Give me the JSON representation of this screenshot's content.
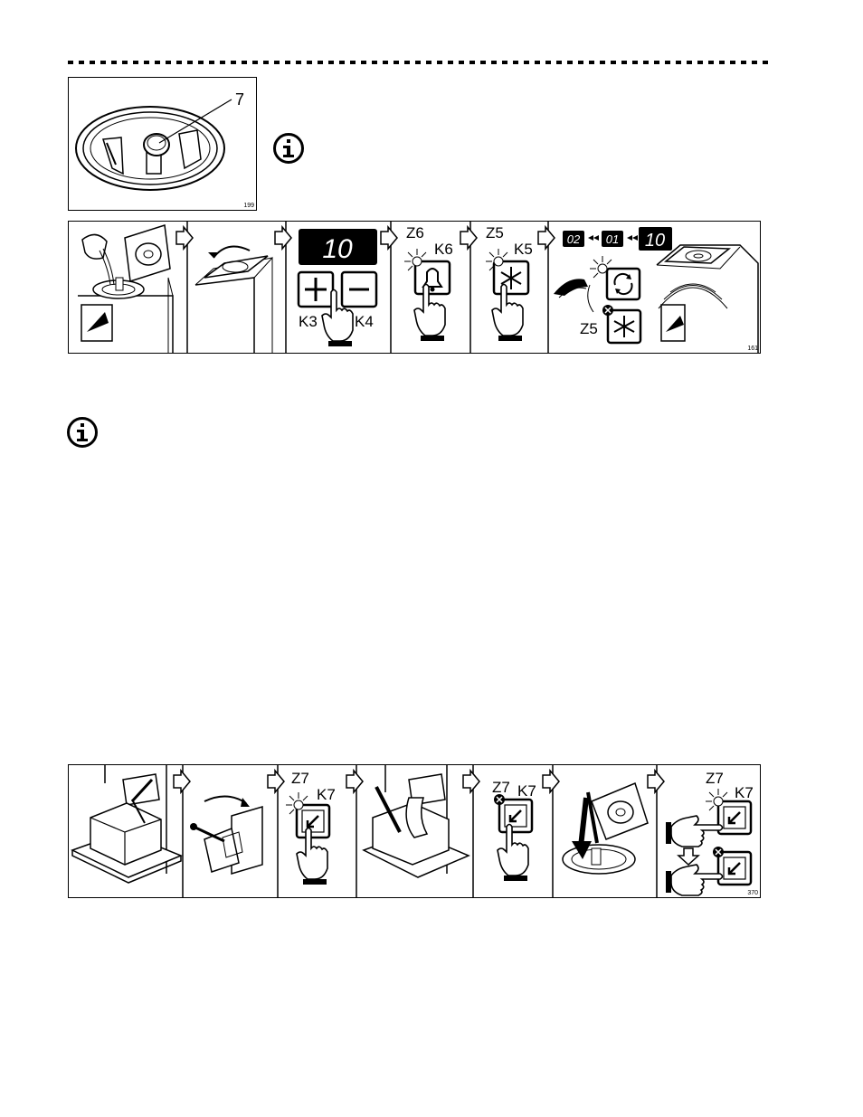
{
  "figure_199": {
    "callout": "7",
    "number": "199"
  },
  "figure_161": {
    "display_value": "10",
    "labels": {
      "k3": "K3",
      "k4": "K4",
      "z6": "Z6",
      "k6": "K6",
      "z5": "Z5",
      "k5": "K5",
      "z5_off": "Z5"
    },
    "countdown": [
      "02",
      "01",
      "10"
    ],
    "number": "161"
  },
  "figure_370": {
    "labels": {
      "z7_a": "Z7",
      "k7_a": "K7",
      "z7_b": "Z7",
      "k7_b": "K7",
      "z7_c": "Z7",
      "k7_c": "K7"
    },
    "number": "370"
  },
  "icons": {
    "info": "info-circle-icon",
    "arrow": "step-arrow-icon"
  }
}
